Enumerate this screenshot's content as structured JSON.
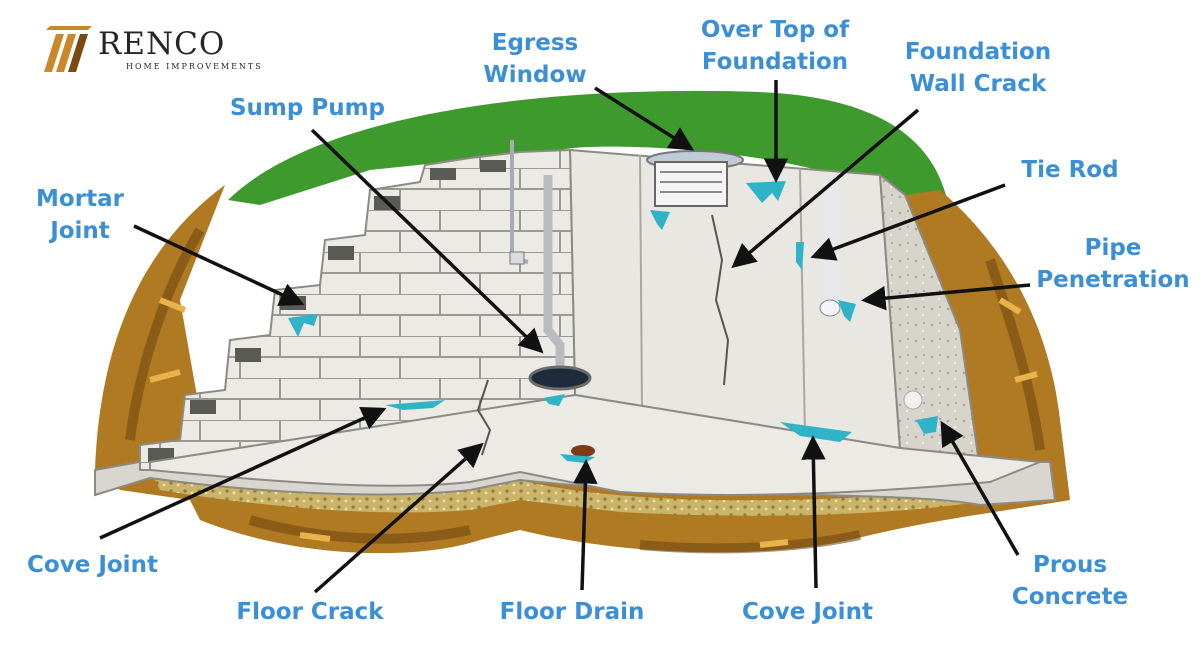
{
  "logo": {
    "name": "RENCO",
    "tagline": "HOME IMPROVEMENTS",
    "colors": {
      "gold": "#c9892a",
      "dark": "#7a4a12",
      "text": "#262626"
    }
  },
  "labels": {
    "egress_window": [
      "Egress",
      "Window"
    ],
    "over_top_of_foundation": [
      "Over Top of",
      "Foundation"
    ],
    "foundation_wall_crack": [
      "Foundation",
      "Wall Crack"
    ],
    "sump_pump": [
      "Sump Pump"
    ],
    "tie_rod": [
      "Tie Rod"
    ],
    "mortar_joint": [
      "Mortar",
      "Joint"
    ],
    "pipe_penetration": [
      "Pipe",
      "Penetration"
    ],
    "cove_joint_left": [
      "Cove Joint"
    ],
    "floor_crack": [
      "Floor Crack"
    ],
    "floor_drain": [
      "Floor Drain"
    ],
    "cove_joint_bottom": [
      "Cove Joint"
    ],
    "porous_concrete": [
      "Prous",
      "Concrete"
    ]
  },
  "colors": {
    "label": "#3b8fd6",
    "leak": "#2fb3c7",
    "grass": "#3f9a2e",
    "soil": "#b07a22",
    "wall": "#e9e7e1",
    "floor": "#ebeae5"
  }
}
